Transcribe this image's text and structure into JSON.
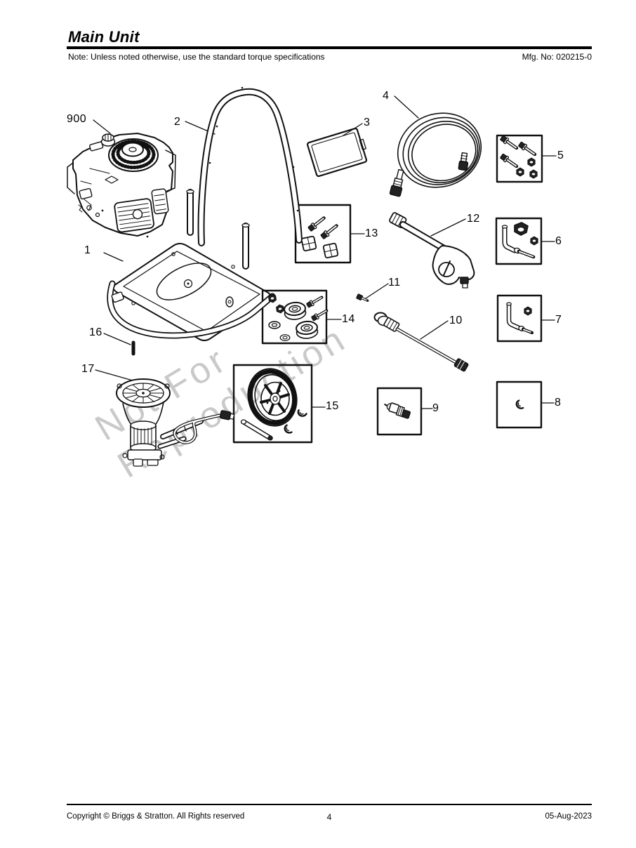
{
  "header": {
    "title": "Main Unit",
    "note": "Note: Unless noted otherwise, use the standard torque specifications",
    "mfg_no": "Mfg. No: 020215-0"
  },
  "watermark": {
    "line1": "Not For",
    "line2": "Reproduction"
  },
  "callouts": [
    {
      "label": "900"
    },
    {
      "label": "1"
    },
    {
      "label": "2"
    },
    {
      "label": "3"
    },
    {
      "label": "4"
    },
    {
      "label": "5"
    },
    {
      "label": "6"
    },
    {
      "label": "7"
    },
    {
      "label": "8"
    },
    {
      "label": "9"
    },
    {
      "label": "10"
    },
    {
      "label": "11"
    },
    {
      "label": "12"
    },
    {
      "label": "13"
    },
    {
      "label": "14"
    },
    {
      "label": "15"
    },
    {
      "label": "16"
    },
    {
      "label": "17"
    }
  ],
  "footer": {
    "copyright": "Copyright ©  Briggs & Stratton. All Rights reserved",
    "page_number": "4",
    "date": "05-Aug-2023"
  }
}
